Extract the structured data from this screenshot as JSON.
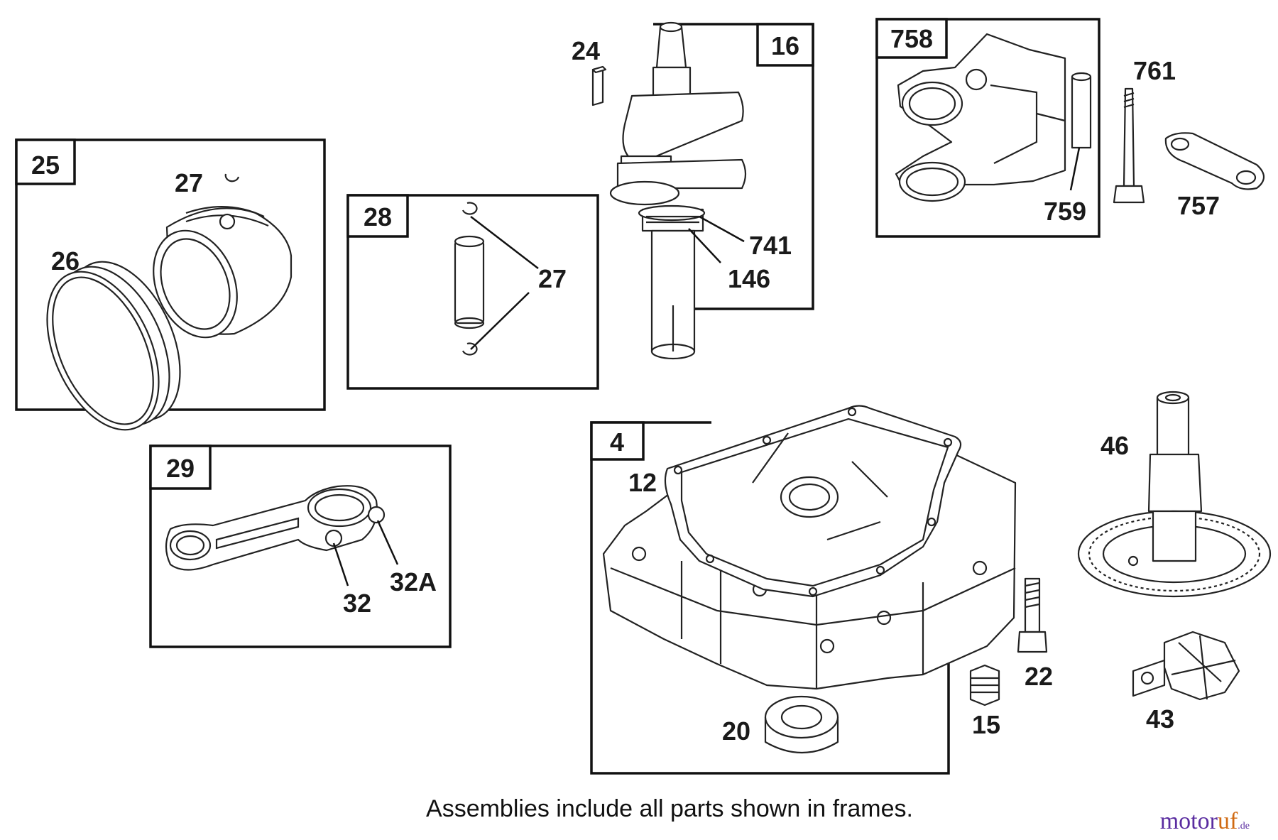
{
  "frames": {
    "f25": "25",
    "f28": "28",
    "f16": "16",
    "f758": "758",
    "f29": "29",
    "f4": "4"
  },
  "labels": {
    "l24": "24",
    "l27a": "27",
    "l26": "26",
    "l27b": "27",
    "l741": "741",
    "l146": "146",
    "l761": "761",
    "l759": "759",
    "l757": "757",
    "l32": "32",
    "l32a": "32A",
    "l12": "12",
    "l46": "46",
    "l22": "22",
    "l15": "15",
    "l20": "20",
    "l43": "43"
  },
  "caption": "Assemblies include all parts shown in frames.",
  "watermark": {
    "part1": "motor",
    "part2": "uf",
    "suffix": ".de"
  }
}
